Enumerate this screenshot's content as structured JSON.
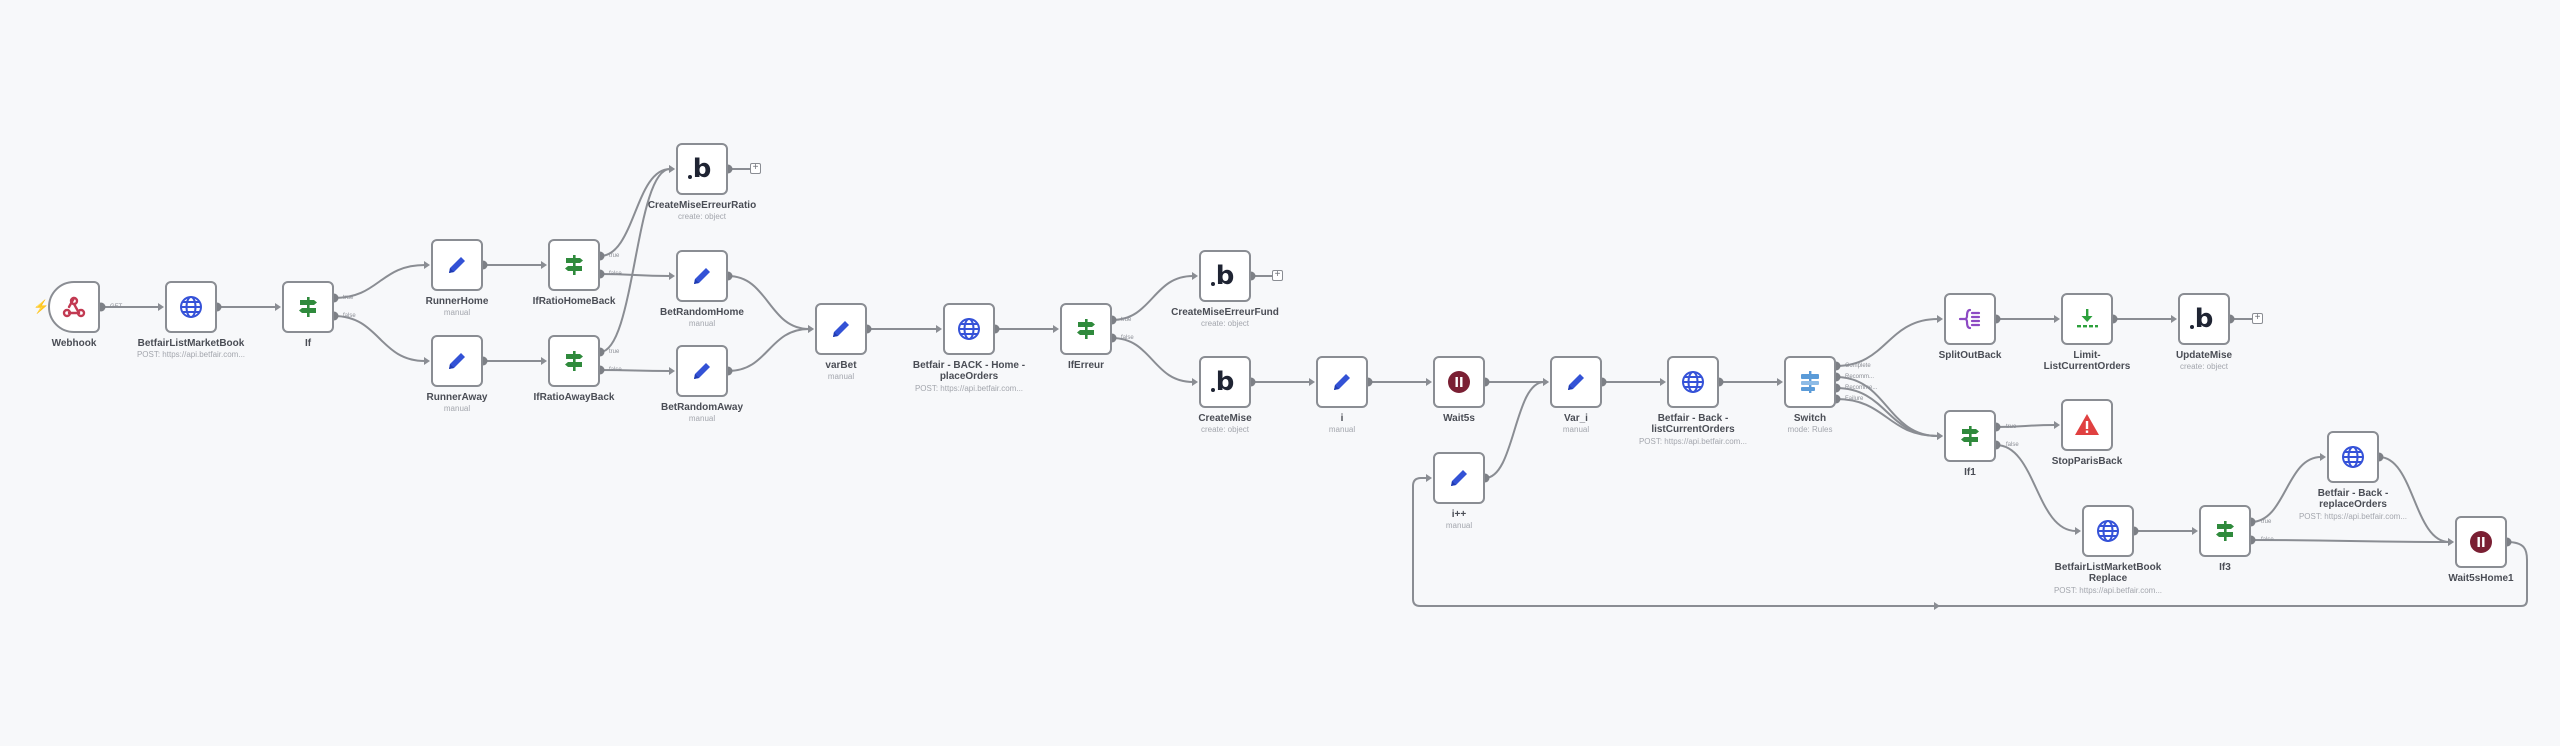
{
  "nodes": {
    "webhook": {
      "title": "Webhook",
      "icon": "webhook-icon"
    },
    "betfair_list_market_book": {
      "title": "BetfairListMarketBook",
      "subtitle": "POST: https://api.betfair.com...",
      "icon": "globe-icon"
    },
    "if": {
      "title": "If",
      "icon": "if-signpost-icon"
    },
    "runner_home": {
      "title": "RunnerHome",
      "subtitle": "manual",
      "icon": "pencil-icon"
    },
    "runner_away": {
      "title": "RunnerAway",
      "subtitle": "manual",
      "icon": "pencil-icon"
    },
    "if_ratio_home_back": {
      "title": "IfRatioHomeBack",
      "icon": "if-signpost-icon"
    },
    "if_ratio_away_back": {
      "title": "IfRatioAwayBack",
      "icon": "if-signpost-icon"
    },
    "create_mise_erreur_ratio": {
      "title": "CreateMiseErreurRatio",
      "subtitle": "create: object",
      "icon": "bubble-logo-icon"
    },
    "bet_random_home": {
      "title": "BetRandomHome",
      "subtitle": "manual",
      "icon": "pencil-icon"
    },
    "bet_random_away": {
      "title": "BetRandomAway",
      "subtitle": "manual",
      "icon": "pencil-icon"
    },
    "var_bet": {
      "title": "varBet",
      "subtitle": "manual",
      "icon": "pencil-icon"
    },
    "betfair_back_home_place_orders": {
      "title_line1": "Betfair - BACK - Home -",
      "title_line2": "placeOrders",
      "subtitle": "POST: https://api.betfair.com...",
      "icon": "globe-icon"
    },
    "if_erreur": {
      "title": "IfErreur",
      "icon": "if-signpost-icon"
    },
    "create_mise_erreur_fund": {
      "title": "CreateMiseErreurFund",
      "subtitle": "create: object",
      "icon": "bubble-logo-icon"
    },
    "create_mise": {
      "title": "CreateMise",
      "subtitle": "create: object",
      "icon": "bubble-logo-icon"
    },
    "i": {
      "title": "i",
      "subtitle": "manual",
      "icon": "pencil-icon"
    },
    "wait5s": {
      "title": "Wait5s",
      "icon": "pause-icon"
    },
    "i_plus_plus": {
      "title": "i++",
      "subtitle": "manual",
      "icon": "pencil-icon"
    },
    "var_i": {
      "title": "Var_i",
      "subtitle": "manual",
      "icon": "pencil-icon"
    },
    "betfair_back_list_current_orders": {
      "title_line1": "Betfair - Back -",
      "title_line2": "listCurrentOrders",
      "subtitle": "POST: https://api.betfair.com...",
      "icon": "globe-icon"
    },
    "switch": {
      "title": "Switch",
      "subtitle": "mode: Rules",
      "icon": "switch-icon"
    },
    "split_out_back": {
      "title": "SplitOutBack",
      "icon": "split-out-icon"
    },
    "limit_list_current_orders": {
      "title_line1": "Limit-",
      "title_line2": "ListCurrentOrders",
      "icon": "limit-icon"
    },
    "update_mise": {
      "title": "UpdateMise",
      "subtitle": "create: object",
      "icon": "bubble-logo-icon"
    },
    "if1": {
      "title": "If1",
      "icon": "if-signpost-icon"
    },
    "stop_paris_back": {
      "title": "StopParisBack",
      "icon": "warning-icon"
    },
    "betfair_list_market_book_replace": {
      "title_line1": "BetfairListMarketBook",
      "title_line2": "Replace",
      "subtitle": "POST: https://api.betfair.com...",
      "icon": "globe-icon"
    },
    "if3": {
      "title": "If3",
      "icon": "if-signpost-icon"
    },
    "betfair_back_replace_orders": {
      "title_line1": "Betfair - Back -",
      "title_line2": "replaceOrders",
      "subtitle": "POST: https://api.betfair.com...",
      "icon": "globe-icon"
    },
    "wait5s_home1": {
      "title": "Wait5sHome1",
      "icon": "pause-icon"
    }
  },
  "port_labels": {
    "webhook_get": "GET",
    "true": "true",
    "false": "false",
    "switch_complete": "Complete",
    "switch_recommencer": "Recomm...",
    "switch_recommencer2": "Recomme...",
    "switch_failure": "Failure"
  },
  "plus_symbol": "+",
  "bolt_symbol": "⚡",
  "colors": {
    "background": "#f7f8fa",
    "connector": "#8a8d93",
    "pencil": "#3352d6",
    "globe": "#3552d8",
    "signpost": "#2f8a3c",
    "pause": "#7a1f33",
    "warning": "#e04040",
    "switch": "#5b9bd8",
    "split": "#8d4ac4",
    "limit": "#2ca03c",
    "webhook": "#c23a52"
  }
}
